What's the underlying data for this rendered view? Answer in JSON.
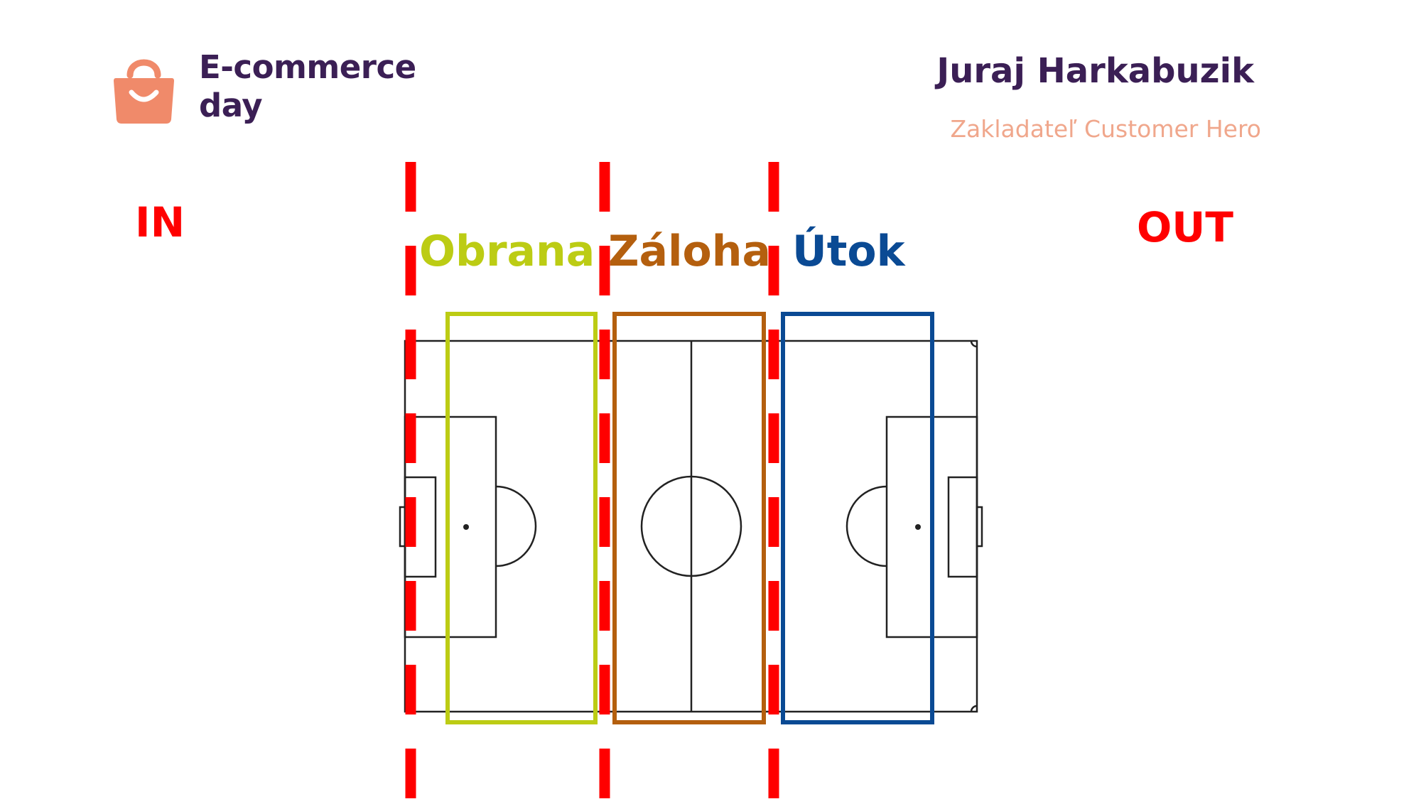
{
  "header": {
    "logo_line1": "E-commerce",
    "logo_line2": "day",
    "speaker_name": "Juraj Harkabuzik",
    "speaker_role": "Zakladateľ Customer Hero"
  },
  "labels": {
    "in": "IN",
    "out": "OUT"
  },
  "zones": [
    {
      "label": "Obrana",
      "color": "#bccc14"
    },
    {
      "label": "Záloha",
      "color": "#b45f0e"
    },
    {
      "label": "Útok",
      "color": "#0a4a94"
    }
  ],
  "colors": {
    "brand_purple": "#3b1f55",
    "brand_peach": "#f08a6a",
    "divider_red": "#ff0000"
  },
  "icons": {
    "logo": "shopping-bag-icon"
  }
}
